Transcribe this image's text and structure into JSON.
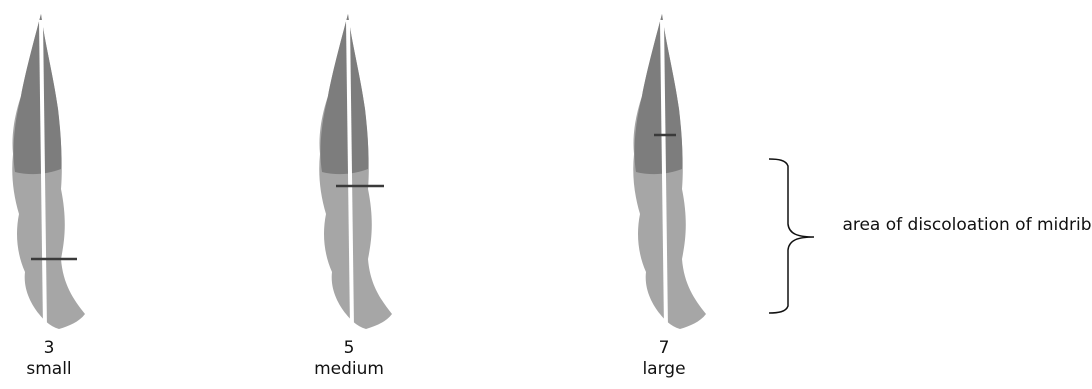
{
  "leaves": [
    {
      "score": "3",
      "size_label": "small",
      "marker_level": 0.77
    },
    {
      "score": "5",
      "size_label": "medium",
      "marker_level": 0.54
    },
    {
      "score": "7",
      "size_label": "large",
      "marker_level": 0.38
    }
  ],
  "annotation": {
    "text": "area of discoloation of midrib"
  },
  "colors": {
    "leaf_light": "#a6a6a6",
    "leaf_dark": "#7d7d7d",
    "midrib": "#ffffff",
    "marker": "#3a3a3a"
  }
}
